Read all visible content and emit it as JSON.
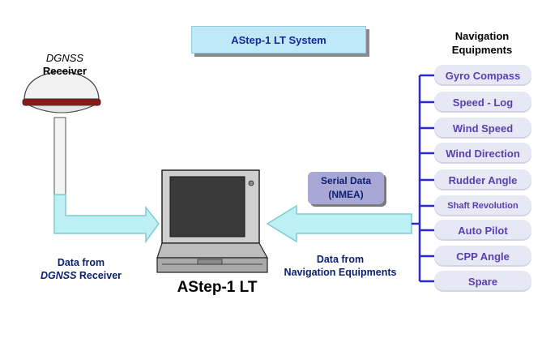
{
  "system_title": "AStep-1 LT  System",
  "dgnss": {
    "line1": "DGNSS",
    "line2": "Receiver"
  },
  "navigation": {
    "heading_line1": "Navigation",
    "heading_line2": "Equipments",
    "items": [
      "Gyro Compass",
      "Speed - Log",
      "Wind Speed",
      "Wind Direction",
      "Rudder Angle",
      "Shaft Revolution",
      "Auto Pilot",
      "CPP Angle",
      "Spare"
    ]
  },
  "serial_data": {
    "line1": "Serial Data",
    "line2": "(NMEA)"
  },
  "data_from_dgnss": {
    "line1": "Data from",
    "line2_italic": "DGNSS",
    "line2_rest": " Receiver"
  },
  "data_from_nav": {
    "line1": "Data from",
    "line2": "Navigation Equipments"
  },
  "device_name": "AStep-1 LT",
  "colors": {
    "arrow_fill": "#bdf0f5",
    "arrow_stroke": "#7fcad4",
    "bracket": "#2a2ad0",
    "label_text": "#0a1f70"
  }
}
